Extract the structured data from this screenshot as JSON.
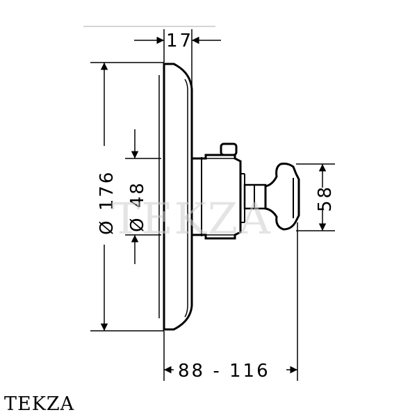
{
  "dimensions": {
    "top_width": "17",
    "outer_diameter": "Ø 176",
    "inner_diameter": "Ø 48",
    "handle_height": "58",
    "projection": "88 - 116"
  },
  "watermark": "TEKZA",
  "brand_label": "TEKZA"
}
